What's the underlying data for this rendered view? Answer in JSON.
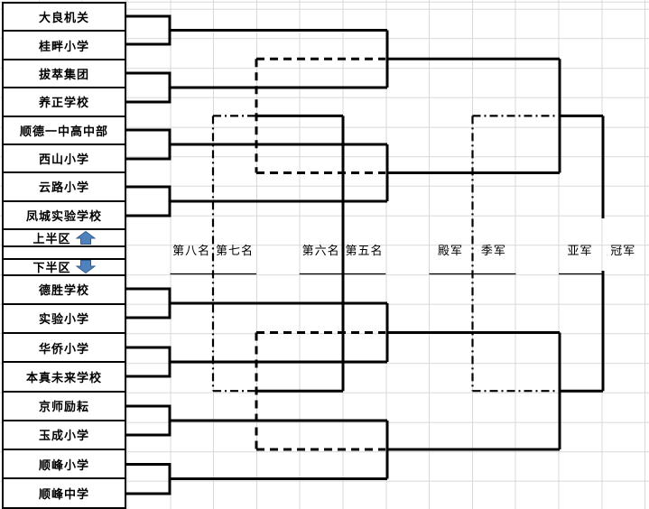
{
  "bracket": {
    "upper_section": {
      "label": "上半区",
      "icon": "up-arrow"
    },
    "lower_section": {
      "label": "下半区",
      "icon": "down-arrow"
    },
    "upper_teams": [
      "大良机关",
      "桂畔小学",
      "拔萃集团",
      "养正学校",
      "顺德一中高中部",
      "西山小学",
      "云路小学",
      "凤城实验学校"
    ],
    "lower_teams": [
      "德胜学校",
      "实验小学",
      "华侨小学",
      "本真未来学校",
      "京师励耘",
      "玉成小学",
      "顺峰小学",
      "顺峰中学"
    ],
    "placements": [
      "第八名",
      "第七名",
      "第六名",
      "第五名",
      "殿军",
      "季军",
      "亚军",
      "冠军"
    ],
    "colors": {
      "bracket_line": "#000000",
      "grid_line": "#d9d9d9",
      "cell_background": "#ffffff",
      "arrow_fill": "#4f81bd",
      "arrow_stroke": "#385d8a"
    }
  }
}
